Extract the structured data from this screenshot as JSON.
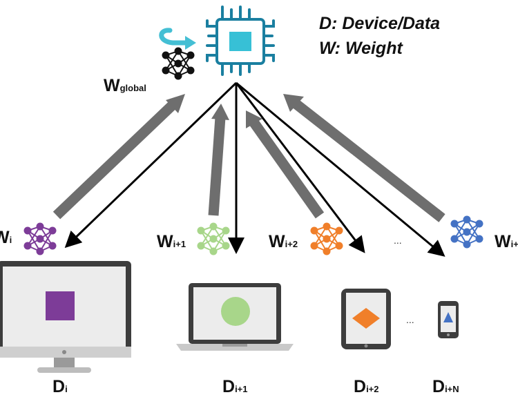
{
  "legend": {
    "device_line": "D: Device/Data",
    "weight_line": "W: Weight"
  },
  "server": {
    "weight_main": "W",
    "weight_sub": "global"
  },
  "clients": [
    {
      "weight_main": "W",
      "weight_sub": "i",
      "device_main": "D",
      "device_sub": "i",
      "device": "desktop-monitor",
      "color": "#7d3c98"
    },
    {
      "weight_main": "W",
      "weight_sub": "i+1",
      "device_main": "D",
      "device_sub": "i+1",
      "device": "laptop",
      "color": "#a8d68a"
    },
    {
      "weight_main": "W",
      "weight_sub": "i+2",
      "device_main": "D",
      "device_sub": "i+2",
      "device": "tablet",
      "color": "#f07f2a"
    },
    {
      "weight_main": "W",
      "weight_sub": "i+N",
      "device_main": "D",
      "device_sub": "i+N",
      "device": "phone",
      "color": "#4472c4"
    }
  ],
  "ellipsis": [
    "...",
    "..."
  ],
  "colors": {
    "chip": "#1a7fa0",
    "chip_core": "#37c0d6",
    "refresh_arrow": "#44bfd4",
    "upload_arrow": "#6e6e6e",
    "download_arrow": "#000000",
    "global_net": "#111111"
  },
  "icons": [
    "cpu-chip-icon",
    "refresh-arrow-icon",
    "neural-network-icon"
  ]
}
